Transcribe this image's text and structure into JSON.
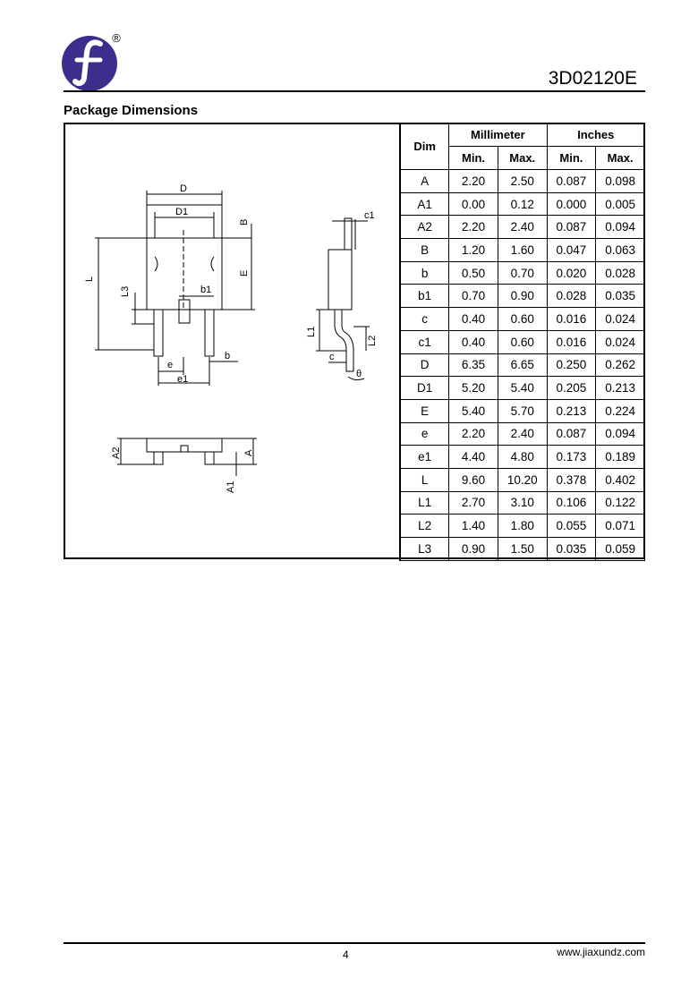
{
  "header": {
    "part_number": "3D02120E",
    "logo_registered_mark": "®"
  },
  "section_title": "Package Dimensions",
  "drawing_labels": {
    "D": "D",
    "D1": "D1",
    "B": "B",
    "E": "E",
    "L": "L",
    "L3": "L3",
    "b1": "b1",
    "b": "b",
    "e": "e",
    "e1": "e1",
    "c1": "c1",
    "L1": "L1",
    "L2": "L2",
    "c": "c",
    "theta": "θ",
    "A2": "A2",
    "A": "A",
    "A1": "A1"
  },
  "table": {
    "dim_header": "Dim",
    "mm_header": "Millimeter",
    "in_header": "Inches",
    "min_label": "Min.",
    "max_label": "Max.",
    "rows": [
      {
        "dim": "A",
        "mm_min": "2.20",
        "mm_max": "2.50",
        "in_min": "0.087",
        "in_max": "0.098"
      },
      {
        "dim": "A1",
        "mm_min": "0.00",
        "mm_max": "0.12",
        "in_min": "0.000",
        "in_max": "0.005"
      },
      {
        "dim": "A2",
        "mm_min": "2.20",
        "mm_max": "2.40",
        "in_min": "0.087",
        "in_max": "0.094"
      },
      {
        "dim": "B",
        "mm_min": "1.20",
        "mm_max": "1.60",
        "in_min": "0.047",
        "in_max": "0.063"
      },
      {
        "dim": "b",
        "mm_min": "0.50",
        "mm_max": "0.70",
        "in_min": "0.020",
        "in_max": "0.028"
      },
      {
        "dim": "b1",
        "mm_min": "0.70",
        "mm_max": "0.90",
        "in_min": "0.028",
        "in_max": "0.035"
      },
      {
        "dim": "c",
        "mm_min": "0.40",
        "mm_max": "0.60",
        "in_min": "0.016",
        "in_max": "0.024"
      },
      {
        "dim": "c1",
        "mm_min": "0.40",
        "mm_max": "0.60",
        "in_min": "0.016",
        "in_max": "0.024"
      },
      {
        "dim": "D",
        "mm_min": "6.35",
        "mm_max": "6.65",
        "in_min": "0.250",
        "in_max": "0.262"
      },
      {
        "dim": "D1",
        "mm_min": "5.20",
        "mm_max": "5.40",
        "in_min": "0.205",
        "in_max": "0.213"
      },
      {
        "dim": "E",
        "mm_min": "5.40",
        "mm_max": "5.70",
        "in_min": "0.213",
        "in_max": "0.224"
      },
      {
        "dim": "e",
        "mm_min": "2.20",
        "mm_max": "2.40",
        "in_min": "0.087",
        "in_max": "0.094"
      },
      {
        "dim": "e1",
        "mm_min": "4.40",
        "mm_max": "4.80",
        "in_min": "0.173",
        "in_max": "0.189"
      },
      {
        "dim": "L",
        "mm_min": "9.60",
        "mm_max": "10.20",
        "in_min": "0.378",
        "in_max": "0.402"
      },
      {
        "dim": "L1",
        "mm_min": "2.70",
        "mm_max": "3.10",
        "in_min": "0.106",
        "in_max": "0.122"
      },
      {
        "dim": "L2",
        "mm_min": "1.40",
        "mm_max": "1.80",
        "in_min": "0.055",
        "in_max": "0.071"
      },
      {
        "dim": "L3",
        "mm_min": "0.90",
        "mm_max": "1.50",
        "in_min": "0.035",
        "in_max": "0.059"
      }
    ]
  },
  "footer": {
    "page_number": "4",
    "website": "www.jiaxundz.com"
  },
  "colors": {
    "logo": "#3b2e8c",
    "lines": "#000000"
  }
}
